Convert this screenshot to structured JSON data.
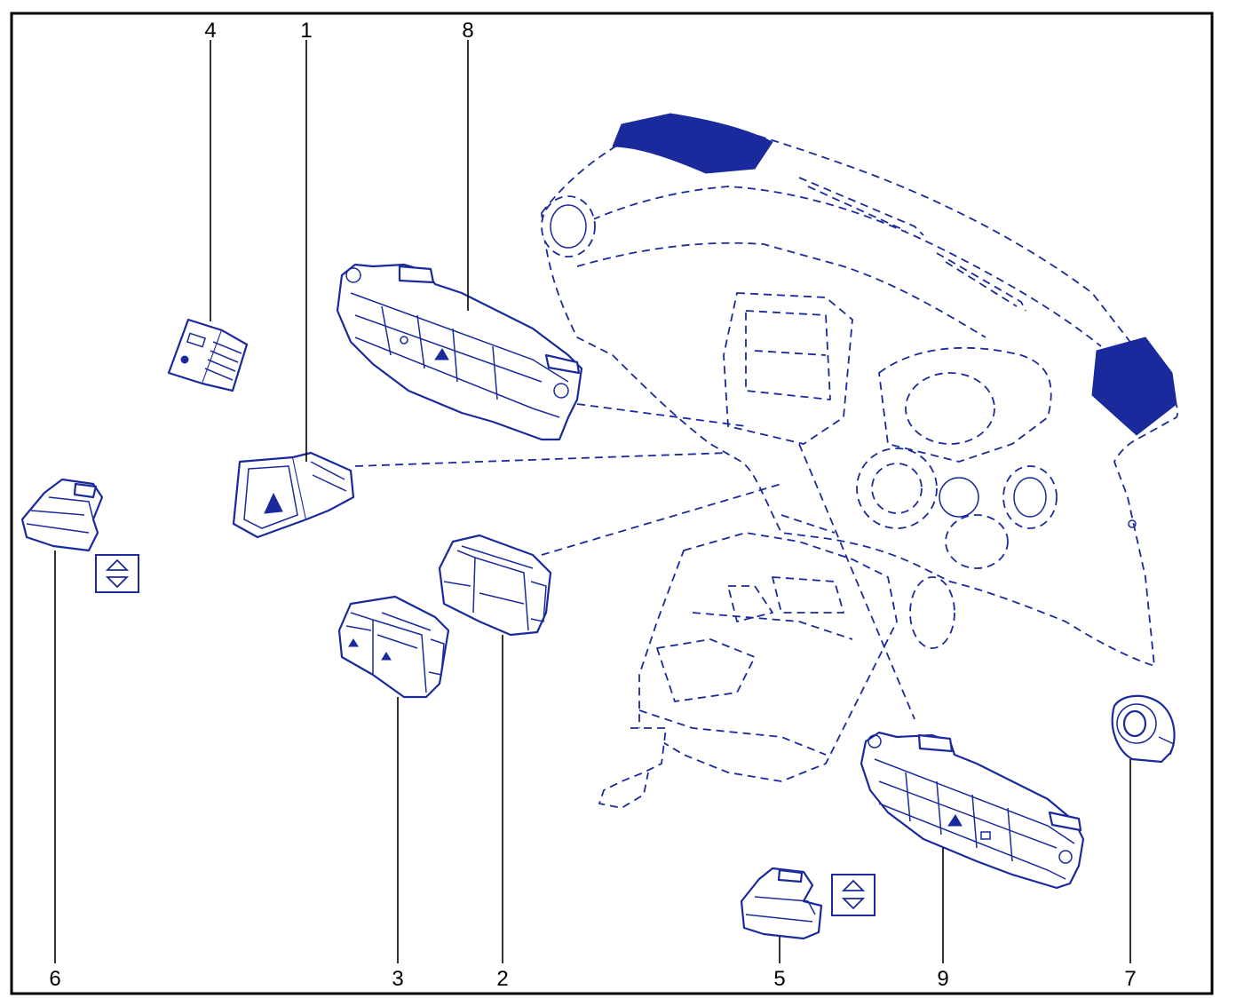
{
  "diagram": {
    "colors": {
      "line": "#1a2a9c",
      "label": "#000000",
      "frame": "#000000",
      "background": "#ffffff"
    },
    "callouts": [
      {
        "number": "1",
        "icon": "hazard-switch-icon"
      },
      {
        "number": "2",
        "icon": "window-switch-pair-icon"
      },
      {
        "number": "3",
        "icon": "window-switch-pair-icon"
      },
      {
        "number": "4",
        "icon": "usb-socket-icon"
      },
      {
        "number": "5",
        "icon": "window-switch-single-icon"
      },
      {
        "number": "6",
        "icon": "window-switch-single-icon"
      },
      {
        "number": "7",
        "icon": "rotary-knob-icon"
      },
      {
        "number": "8",
        "icon": "control-panel-icon"
      },
      {
        "number": "9",
        "icon": "control-panel-icon"
      }
    ],
    "symbols": [
      {
        "icon": "up-down-arrows-icon"
      },
      {
        "icon": "up-down-arrows-icon"
      }
    ]
  }
}
